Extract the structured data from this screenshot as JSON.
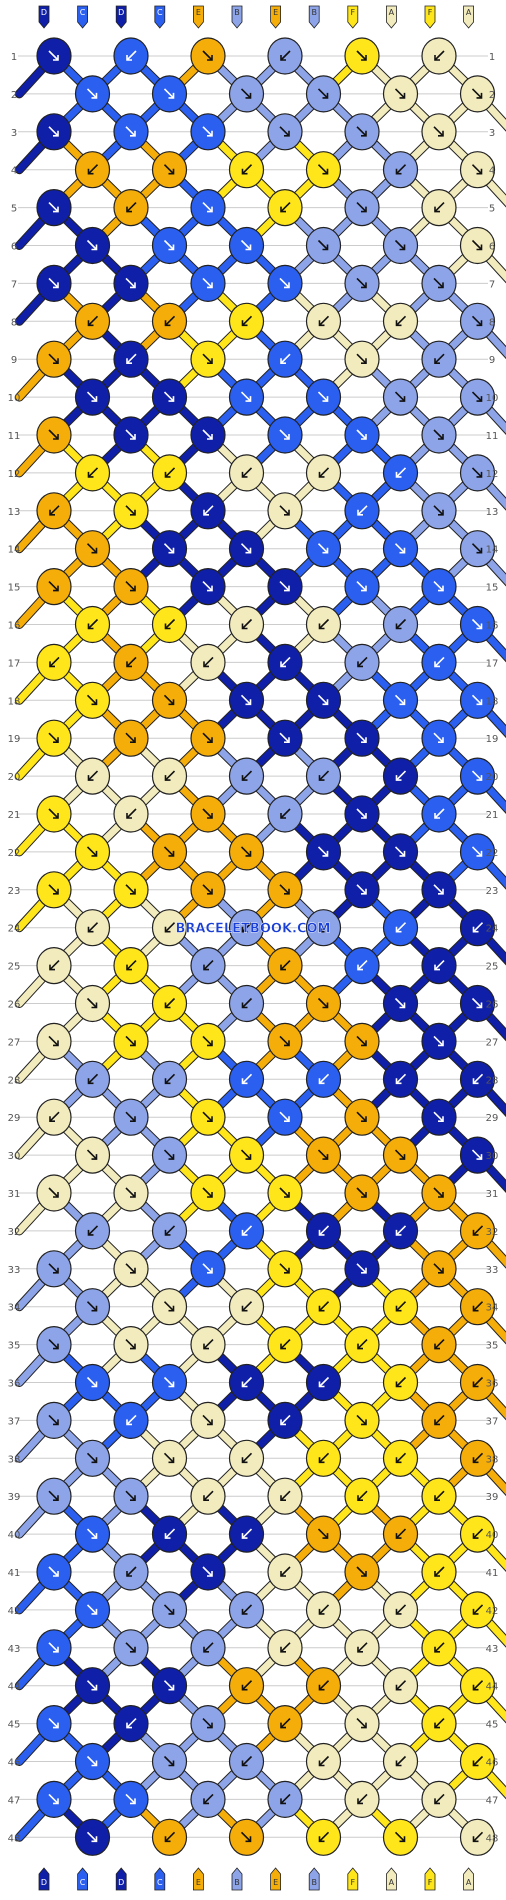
{
  "colors": {
    "D": "#0f1fa8",
    "C": "#2a5ff0",
    "E": "#f5ad0a",
    "B": "#8ea4e8",
    "F": "#ffe61a",
    "A": "#f2ebbd",
    "grid": "#cccccc",
    "label": "#555555",
    "outline": "#222222",
    "watermark": "#1a3fd6"
  },
  "pattern": {
    "threads_top": [
      "D",
      "C",
      "D",
      "C",
      "E",
      "B",
      "E",
      "B",
      "F",
      "A",
      "F",
      "A"
    ],
    "threads_bottom": [
      "D",
      "C",
      "D",
      "C",
      "E",
      "B",
      "E",
      "B",
      "F",
      "A",
      "F",
      "A"
    ],
    "row_numbers": [
      "1",
      "2",
      "3",
      "4",
      "5",
      "6",
      "7",
      "8",
      "9",
      "10",
      "11",
      "12",
      "13",
      "14",
      "15",
      "16",
      "17",
      "18",
      "19",
      "20",
      "21",
      "22",
      "23",
      "24",
      "25",
      "26",
      "27",
      "28",
      "29",
      "30",
      "31",
      "32",
      "33",
      "34",
      "35",
      "36",
      "37",
      "38",
      "39",
      "40",
      "41",
      "42",
      "43",
      "44",
      "45",
      "46",
      "47",
      "48"
    ],
    "knot_rows": [
      [
        "D",
        "C",
        "E",
        "B",
        "F",
        "A"
      ],
      [
        "C",
        "C",
        "B",
        "B",
        "A",
        "A"
      ],
      [
        "D",
        "C",
        "C",
        "B",
        "B",
        "A"
      ],
      [
        "E",
        "E",
        "F",
        "F",
        "B",
        "A"
      ],
      [
        "D",
        "E",
        "C",
        "F",
        "B",
        "A"
      ],
      [
        "D",
        "C",
        "C",
        "B",
        "B",
        "A"
      ],
      [
        "D",
        "D",
        "C",
        "C",
        "B",
        "B"
      ],
      [
        "E",
        "E",
        "F",
        "A",
        "A",
        "B"
      ],
      [
        "E",
        "D",
        "F",
        "C",
        "A",
        "B"
      ],
      [
        "D",
        "D",
        "C",
        "C",
        "B",
        "B"
      ],
      [
        "E",
        "D",
        "D",
        "C",
        "C",
        "B"
      ],
      [
        "F",
        "F",
        "A",
        "A",
        "C",
        "B"
      ],
      [
        "E",
        "F",
        "D",
        "A",
        "C",
        "B"
      ],
      [
        "E",
        "D",
        "D",
        "C",
        "C",
        "B"
      ],
      [
        "E",
        "E",
        "D",
        "D",
        "C",
        "C"
      ],
      [
        "F",
        "F",
        "A",
        "A",
        "B",
        "C"
      ],
      [
        "F",
        "E",
        "A",
        "D",
        "B",
        "C"
      ],
      [
        "F",
        "E",
        "D",
        "D",
        "C",
        "C"
      ],
      [
        "F",
        "E",
        "E",
        "D",
        "D",
        "C"
      ],
      [
        "A",
        "A",
        "B",
        "B",
        "D",
        "C"
      ],
      [
        "F",
        "A",
        "E",
        "B",
        "D",
        "C"
      ],
      [
        "F",
        "E",
        "E",
        "D",
        "D",
        "C"
      ],
      [
        "F",
        "F",
        "E",
        "E",
        "D",
        "D"
      ],
      [
        "A",
        "A",
        "B",
        "B",
        "C",
        "D"
      ],
      [
        "A",
        "F",
        "B",
        "E",
        "C",
        "D"
      ],
      [
        "A",
        "F",
        "B",
        "E",
        "D",
        "D"
      ],
      [
        "A",
        "F",
        "F",
        "E",
        "E",
        "D"
      ],
      [
        "B",
        "B",
        "C",
        "C",
        "D",
        "D"
      ],
      [
        "A",
        "B",
        "F",
        "C",
        "E",
        "D"
      ],
      [
        "A",
        "B",
        "F",
        "E",
        "E",
        "D"
      ],
      [
        "A",
        "A",
        "F",
        "F",
        "E",
        "E"
      ],
      [
        "B",
        "B",
        "C",
        "D",
        "D",
        "E"
      ],
      [
        "B",
        "A",
        "C",
        "F",
        "D",
        "E"
      ],
      [
        "B",
        "A",
        "A",
        "F",
        "F",
        "E"
      ],
      [
        "B",
        "A",
        "A",
        "F",
        "F",
        "E"
      ],
      [
        "C",
        "C",
        "D",
        "D",
        "F",
        "E"
      ],
      [
        "B",
        "C",
        "A",
        "D",
        "F",
        "E"
      ],
      [
        "B",
        "A",
        "A",
        "F",
        "F",
        "E"
      ],
      [
        "B",
        "B",
        "A",
        "A",
        "F",
        "F"
      ],
      [
        "C",
        "D",
        "D",
        "E",
        "E",
        "F"
      ],
      [
        "C",
        "B",
        "D",
        "A",
        "E",
        "F"
      ],
      [
        "C",
        "B",
        "B",
        "A",
        "A",
        "F"
      ],
      [
        "C",
        "B",
        "B",
        "A",
        "A",
        "F"
      ],
      [
        "D",
        "D",
        "E",
        "E",
        "A",
        "F"
      ],
      [
        "C",
        "D",
        "B",
        "E",
        "A",
        "F"
      ],
      [
        "C",
        "B",
        "B",
        "A",
        "A",
        "F"
      ],
      [
        "C",
        "C",
        "B",
        "B",
        "A",
        "A"
      ],
      [
        "D",
        "E",
        "E",
        "F",
        "F",
        "A"
      ]
    ],
    "knot_directions": [
      "rlrlrl",
      "rrrrrr",
      "rrrrrr",
      "lrlrlr",
      "rlrlrl",
      "rrrrrr",
      "rrrrrr",
      "lllllr",
      "rlrlrl",
      "rrrrrr",
      "rrrrrr",
      "lllllr",
      "lrlrlr",
      "rrrrrr",
      "rrrrrr",
      "lllllr",
      "llllll",
      "rrrrrr",
      "rrrrrr",
      "lllllr",
      "rlrlrl",
      "rrrrrr",
      "rrrrrr",
      "llllll",
      "llllll",
      "rllrrr",
      "rrrrrr",
      "llllll",
      "lrrrrr",
      "rrrrrr",
      "rrrrrr",
      "llllll",
      "rrrrrr",
      "rrllll",
      "rrllll",
      "rrllll",
      "rlrlrl",
      "rrllll",
      "rrllll",
      "rllrll",
      "rlrlrl",
      "rrllll",
      "rrllll",
      "rrllll",
      "rlrlrl",
      "rrllll",
      "rrllll",
      "rlrlrl"
    ]
  },
  "watermark": {
    "text": "BRACELETBOOK.COM",
    "row": 24
  }
}
